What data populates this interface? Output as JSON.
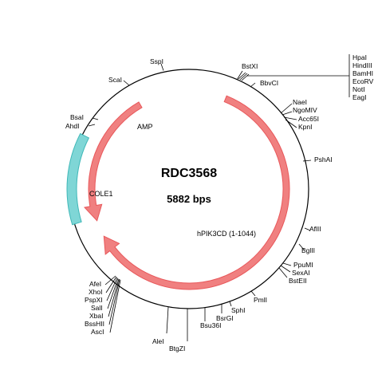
{
  "plasmid": {
    "name": "RDC3568",
    "size_label": "5882 bps",
    "length_bp": 5882
  },
  "features": [
    {
      "label": "AMP",
      "type": "arrow",
      "color": "#e8575a",
      "fill": "#f08080"
    },
    {
      "label": "COLE1",
      "type": "block",
      "color": "#3fb8b8",
      "fill": "#7fd6d6"
    },
    {
      "label": "hPIK3CD (1-1044)",
      "type": "arrow",
      "color": "#e8575a",
      "fill": "#f08080"
    }
  ],
  "sites": [
    {
      "name": "SspI"
    },
    {
      "name": "ScaI"
    },
    {
      "name": "BsaI"
    },
    {
      "name": "AhdI"
    },
    {
      "name": "BstXI"
    },
    {
      "name": "HpaI"
    },
    {
      "name": "HindIII"
    },
    {
      "name": "BamHI"
    },
    {
      "name": "EcoRV"
    },
    {
      "name": "NotI"
    },
    {
      "name": "EagI"
    },
    {
      "name": "BbvCI"
    },
    {
      "name": "NaeI"
    },
    {
      "name": "NgoMIV"
    },
    {
      "name": "Acc65I"
    },
    {
      "name": "KpnI"
    },
    {
      "name": "PshAI"
    },
    {
      "name": "AflII"
    },
    {
      "name": "BglII"
    },
    {
      "name": "PpuMI"
    },
    {
      "name": "SexAI"
    },
    {
      "name": "BstEII"
    },
    {
      "name": "PmlI"
    },
    {
      "name": "SphI"
    },
    {
      "name": "BsrGI"
    },
    {
      "name": "Bsu36I"
    },
    {
      "name": "AleI"
    },
    {
      "name": "BtgZI"
    },
    {
      "name": "AfeI"
    },
    {
      "name": "XhoI"
    },
    {
      "name": "PspXI"
    },
    {
      "name": "SalI"
    },
    {
      "name": "XbaI"
    },
    {
      "name": "BssHII"
    },
    {
      "name": "AscI"
    }
  ],
  "colors": {
    "backbone": "#000000",
    "arrow": "#e8575a",
    "block": "#3fb8b8"
  }
}
